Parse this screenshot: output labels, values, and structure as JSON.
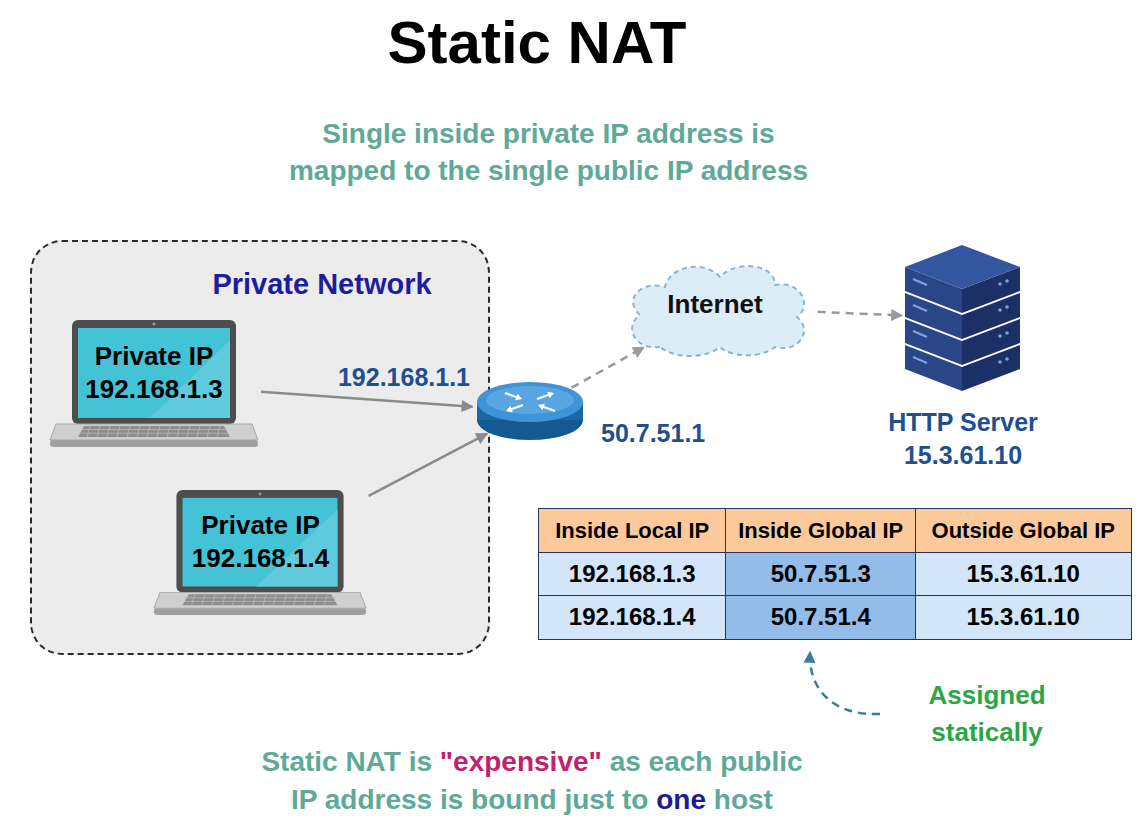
{
  "diagram": {
    "title": "Static NAT",
    "nodes": [
      {
        "text": [
          "Private Network"
        ]
      },
      {
        "text": [
          "Private IP 192.168.1.3"
        ],
        "in": 0
      },
      {
        "text": [
          "Private IP 192.168.1.4"
        ],
        "in": 0
      },
      {
        "text": [
          "192.168.1.1",
          "50.7.51.1"
        ]
      },
      {
        "text": [
          "Internet"
        ]
      },
      {
        "text": [
          "HTTP Server 15.3.61.10"
        ]
      }
    ],
    "edges": [
      {
        "from": 1,
        "to": 3,
        "arrow": "to"
      },
      {
        "from": 2,
        "to": 3,
        "arrow": "to"
      },
      {
        "from": 3,
        "to": 4,
        "arrow": "to"
      },
      {
        "from": 4,
        "to": 5,
        "arrow": "to"
      }
    ],
    "labels": [
      "Single inside private IP address is mapped to the single public IP address",
      "Inside Local IP",
      "Inside Global IP",
      "Outside Global IP",
      "192.168.1.3",
      "50.7.51.3",
      "15.3.61.10",
      "192.168.1.4",
      "50.7.51.4",
      "15.3.61.10",
      "Assigned statically",
      "Static NAT is",
      "\"expensive\"",
      "as each public",
      "IP address is bound just to",
      "one",
      "host"
    ]
  }
}
